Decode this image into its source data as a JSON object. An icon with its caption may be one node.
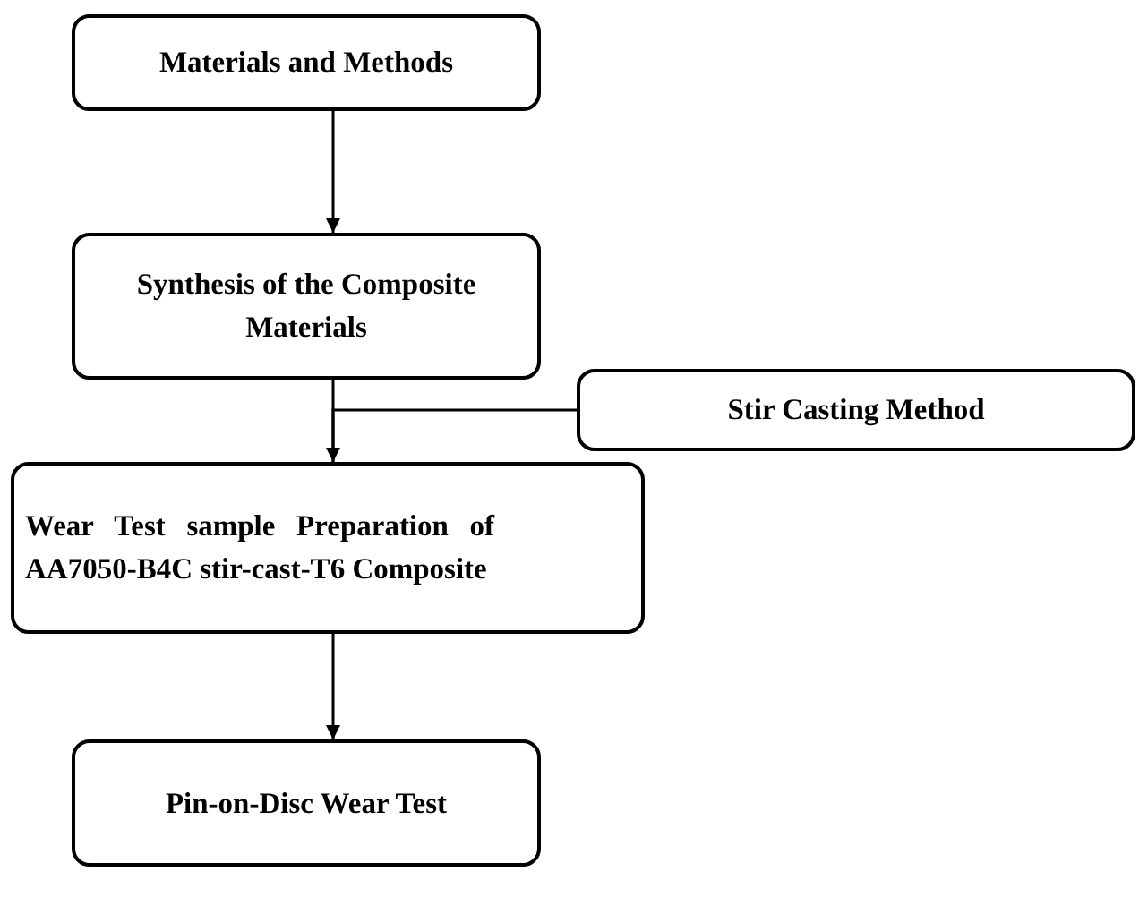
{
  "diagram": {
    "nodes": [
      {
        "text": [
          "Materials and Methods"
        ]
      },
      {
        "text": [
          "Synthesis of the Composite Materials"
        ]
      },
      {
        "text": [
          "Stir Casting Method"
        ]
      },
      {
        "text": [
          "Wear Test sample Preparation of AA7050-B4C stir-cast-T6 Composite"
        ]
      },
      {
        "text": [
          "Pin-on-Disc Wear Test"
        ]
      }
    ],
    "edges": [
      {
        "from": 0,
        "to": 1,
        "arrow": "to"
      },
      {
        "from": 1,
        "to": 3,
        "arrow": "none"
      },
      {
        "from": 2,
        "to": 3,
        "arrow": "to"
      },
      {
        "from": 3,
        "to": 4,
        "arrow": "to"
      }
    ]
  }
}
